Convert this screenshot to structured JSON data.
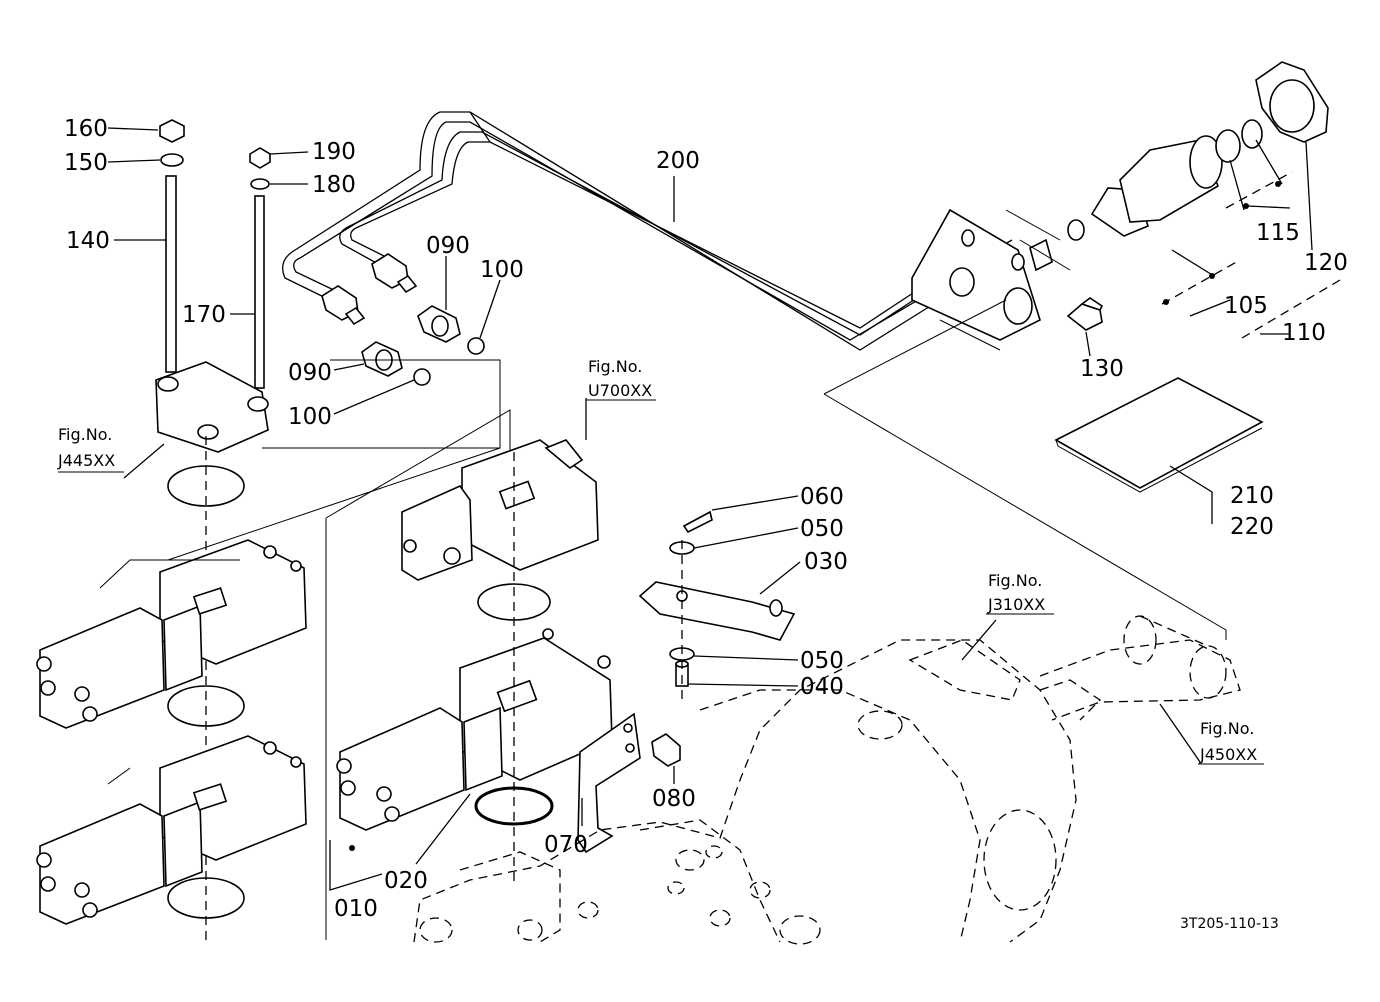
{
  "parts": {
    "p010": "010",
    "p020": "020",
    "p030": "030",
    "p040": "040",
    "p050a": "050",
    "p050b": "050",
    "p060": "060",
    "p070": "070",
    "p080": "080",
    "p090a": "090",
    "p090b": "090",
    "p100a": "100",
    "p100b": "100",
    "p105": "105",
    "p110": "110",
    "p115": "115",
    "p120": "120",
    "p130": "130",
    "p140": "140",
    "p150": "150",
    "p160": "160",
    "p170": "170",
    "p180": "180",
    "p190": "190",
    "p200": "200",
    "p210": "210",
    "p220": "220"
  },
  "fig_refs": {
    "j445": {
      "label": "Fig.No.",
      "code": "J445XX"
    },
    "u700": {
      "label": "Fig.No.",
      "code": "U700XX"
    },
    "j310": {
      "label": "Fig.No.",
      "code": "J310XX"
    },
    "j450": {
      "label": "Fig.No.",
      "code": "J450XX"
    }
  },
  "diagram_code": "3T205-110-13"
}
